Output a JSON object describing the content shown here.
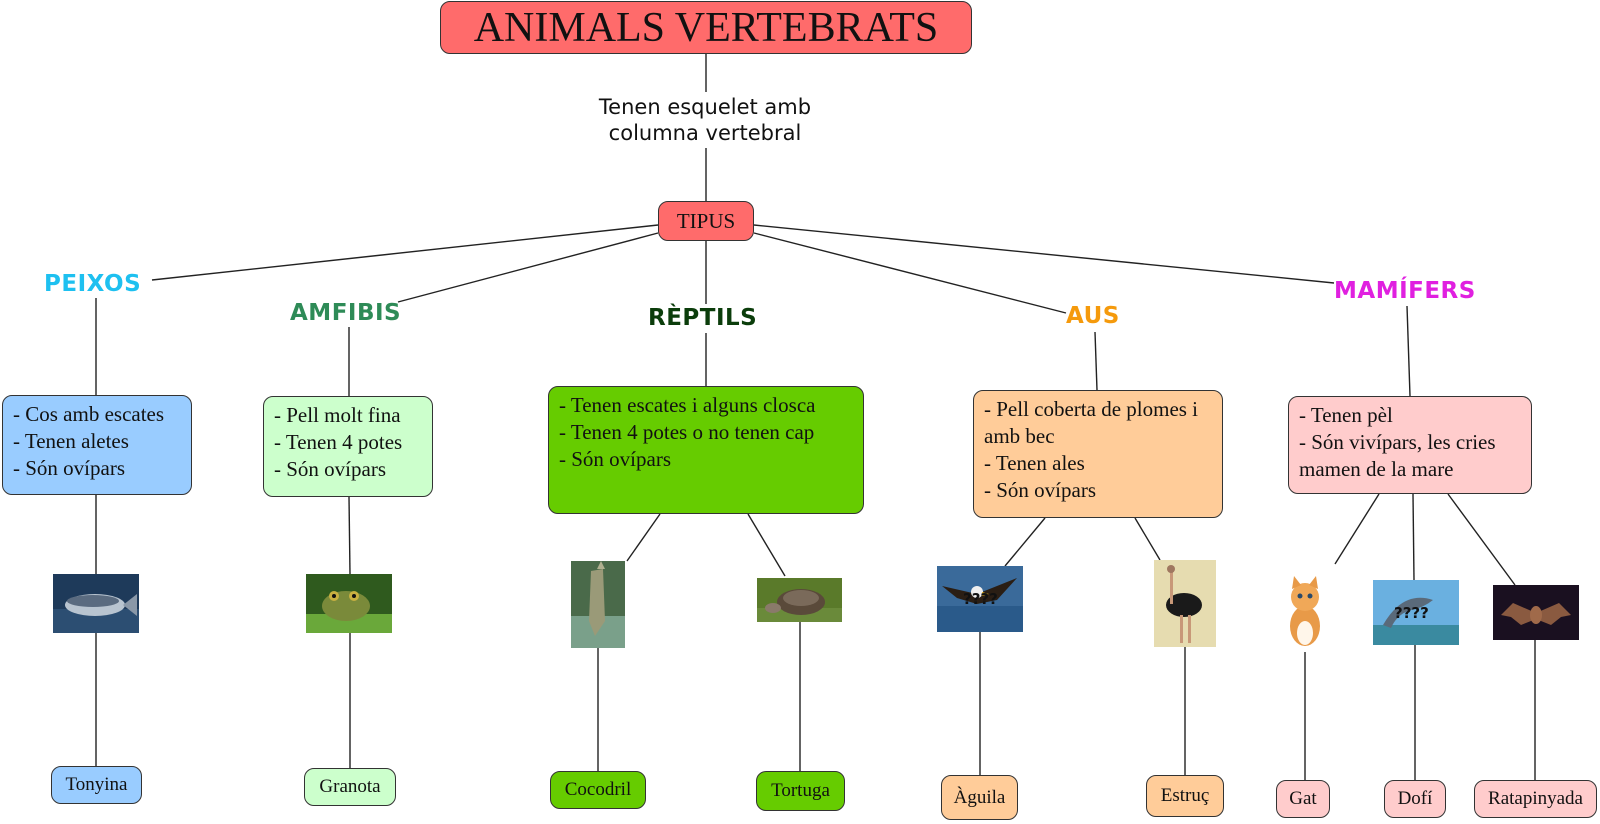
{
  "title": "ANIMALS VERTEBRATS",
  "definition": "Tenen esquelet amb columna vertebral",
  "types_label": "TIPUS",
  "colors": {
    "title_bg": "#ff6b6b",
    "peixos": "#1ec0f0",
    "amfibis": "#2e8b57",
    "reptils": "#0b3d0b",
    "aus": "#f59a0c",
    "mamifers": "#e020e0"
  },
  "groups": [
    {
      "name": "PEIXOS",
      "color": "#1ec0f0",
      "box_color": "#99ccff",
      "traits": [
        "- Cos amb escates",
        "- Tenen aletes",
        "- Són ovípars"
      ],
      "animals": [
        {
          "name": "Tonyina",
          "icon": "tuna-photo"
        }
      ]
    },
    {
      "name": "AMFIBIS",
      "color": "#2e8b57",
      "box_color": "#ccffcc",
      "traits": [
        "- Pell molt fina",
        "- Tenen 4 potes",
        "- Són ovípars"
      ],
      "animals": [
        {
          "name": "Granota",
          "icon": "frog-photo"
        }
      ]
    },
    {
      "name": "RÈPTILS",
      "color": "#0b3d0b",
      "box_color": "#66cc00",
      "traits": [
        "- Tenen escates i alguns closca",
        "- Tenen 4 potes o no tenen cap",
        "- Són ovípars"
      ],
      "animals": [
        {
          "name": "Cocodril",
          "icon": "crocodile-photo"
        },
        {
          "name": "Tortuga",
          "icon": "turtle-photo"
        }
      ]
    },
    {
      "name": "AUS",
      "color": "#f59a0c",
      "box_color": "#ffcc99",
      "traits": [
        "- Pell coberta de plomes i amb bec",
        "- Tenen ales",
        "- Són ovípars"
      ],
      "animals": [
        {
          "name": "Àguila",
          "icon": "eagle-photo",
          "mark": "????"
        },
        {
          "name": "Estruç",
          "icon": "ostrich-photo"
        }
      ]
    },
    {
      "name": "MAMÍFERS",
      "color": "#e020e0",
      "box_color": "#ffcccc",
      "traits": [
        "- Tenen pèl",
        "- Són vivípars, les cries mamen de la mare"
      ],
      "animals": [
        {
          "name": "Gat",
          "icon": "cat-photo"
        },
        {
          "name": "Dofí",
          "icon": "dolphin-photo",
          "mark": "????"
        },
        {
          "name": "Ratapinyada",
          "icon": "bat-photo"
        }
      ]
    }
  ]
}
